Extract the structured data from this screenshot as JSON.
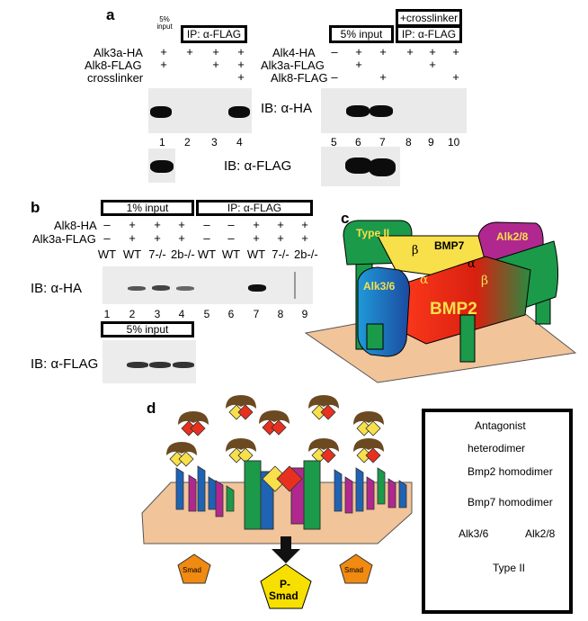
{
  "panel_a": {
    "label": "a",
    "left_input_header": "5% input",
    "left_ip_header": "IP: α-FLAG",
    "left_rows": [
      {
        "label": "Alk3a-HA",
        "signs": [
          "+",
          "+",
          "+",
          "+"
        ]
      },
      {
        "label": "Alk8-FLAG",
        "signs": [
          "+",
          "",
          "+",
          "+"
        ]
      },
      {
        "label": "crosslinker",
        "signs": [
          "",
          "",
          "",
          "+"
        ]
      }
    ],
    "right_crosslinker_header": "+crosslinker",
    "right_input_header": "5% input",
    "right_ip_header": "IP: α-FLAG",
    "right_rows": [
      {
        "label": "Alk4-HA",
        "signs": [
          "–",
          "+",
          "+",
          "+",
          "+",
          "+"
        ]
      },
      {
        "label": "Alk3a-FLAG",
        "signs": [
          "",
          "+",
          "",
          "",
          "+",
          ""
        ]
      },
      {
        "label": "Alk8-FLAG",
        "signs": [
          "–",
          "",
          "+",
          "",
          "",
          "+"
        ]
      }
    ],
    "ib_ha": "IB: α-HA",
    "ib_flag": "IB: α-FLAG",
    "lanes_left": [
      "1",
      "2",
      "3",
      "4"
    ],
    "lanes_right": [
      "5",
      "6",
      "7",
      "8",
      "9",
      "10"
    ]
  },
  "panel_b": {
    "label": "b",
    "input_header": "1% input",
    "ip_header": "IP: α-FLAG",
    "row_alk8": {
      "label": "Alk8-HA",
      "signs": [
        "–",
        "+",
        "+",
        "+",
        "–",
        "–",
        "+",
        "+",
        "+"
      ]
    },
    "row_alk3": {
      "label": "Alk3a-FLAG",
      "signs": [
        "–",
        "+",
        "+",
        "+",
        "–",
        "–",
        "+",
        "+",
        "+"
      ]
    },
    "genotypes": [
      "WT",
      "WT",
      "7-/-",
      "2b-/-",
      "WT",
      "WT",
      "WT",
      "7-/-",
      "2b-/-"
    ],
    "ib_ha": "IB: α-HA",
    "lanes": [
      "1",
      "2",
      "3",
      "4",
      "5",
      "6",
      "7",
      "8",
      "9"
    ],
    "input2_header": "5% input",
    "ib_flag": "IB: α-FLAG"
  },
  "panel_c": {
    "label": "c",
    "type_ii": "Type II",
    "bmp7": "BMP7",
    "alk28": "Alk2/8",
    "alk36": "Alk3/6",
    "bmp2": "BMP2",
    "alpha": "α",
    "beta": "β"
  },
  "panel_d": {
    "label": "d",
    "smad": "Smad",
    "psmad_line1": "P-",
    "psmad_line2": "Smad",
    "legend": {
      "antagonist": "Antagonist",
      "heterodimer": "heterodimer",
      "bmp2": "Bmp2 homodimer",
      "bmp7": "Bmp7 homodimer",
      "alk36": "Alk3/6",
      "alk28": "Alk2/8",
      "type2": "Type II"
    },
    "colors": {
      "red": "#e8301f",
      "yellow": "#f7e04a",
      "blue": "#1f63b5",
      "purple": "#b0288f",
      "green": "#1b9a4a",
      "tan": "#f2c49a",
      "brown": "#6b4a22",
      "orange": "#f08a10"
    }
  }
}
